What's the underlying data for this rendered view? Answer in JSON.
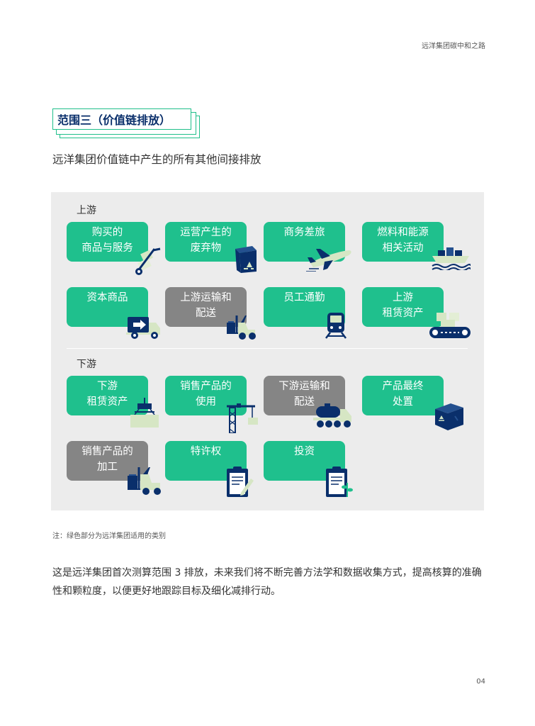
{
  "header": {
    "title": "远洋集团碳中和之路"
  },
  "scope": {
    "badge_title": "范围三（价值链排放）",
    "subtitle": "远洋集团价值链中产生的所有其他间接排放"
  },
  "upstream": {
    "label": "上游",
    "items": [
      {
        "label": "购买的\n商品与服务",
        "status": "green",
        "icon": "hand-truck-icon"
      },
      {
        "label": "运营产生的\n废弃物",
        "status": "green",
        "icon": "recycle-bin-icon"
      },
      {
        "label": "商务差旅",
        "status": "green",
        "icon": "airplane-icon"
      },
      {
        "label": "燃料和能源\n相关活动",
        "status": "green",
        "icon": "ship-icon"
      },
      {
        "label": "资本商品",
        "status": "green",
        "icon": "delivery-truck-icon"
      },
      {
        "label": "上游运输和\n配送",
        "status": "gray",
        "icon": "forklift-icon"
      },
      {
        "label": "员工通勤",
        "status": "green",
        "icon": "train-icon"
      },
      {
        "label": "上游\n租赁资产",
        "status": "green",
        "icon": "conveyor-icon"
      }
    ]
  },
  "downstream": {
    "label": "下游",
    "items": [
      {
        "label": "下游\n租赁资产",
        "status": "green",
        "icon": "lifted-container-icon"
      },
      {
        "label": "销售产品的\n使用",
        "status": "green",
        "icon": "crane-icon"
      },
      {
        "label": "下游运输和\n配送",
        "status": "gray",
        "icon": "tanker-truck-icon"
      },
      {
        "label": "产品最终\n处置",
        "status": "green",
        "icon": "recycle-box-icon"
      },
      {
        "label": "销售产品的\n加工",
        "status": "gray",
        "icon": "forklift-icon"
      },
      {
        "label": "特许权",
        "status": "green",
        "icon": "clipboard-pen-icon"
      },
      {
        "label": "投资",
        "status": "green",
        "icon": "clipboard-plant-icon"
      }
    ]
  },
  "note": "注：绿色部分为远洋集团适用的类别",
  "paragraph": "这是远洋集团首次测算范围 3 排放，未来我们将不断完善方法学和数据收集方式，提高核算的准确性和颗粒度，以便更好地跟踪目标及细化减排行动。",
  "page_number": "04",
  "colors": {
    "green": "#1fc08d",
    "gray": "#858585",
    "navy": "#0a2f6b",
    "panel": "#ececec",
    "light_green": "#d6e6c4"
  }
}
